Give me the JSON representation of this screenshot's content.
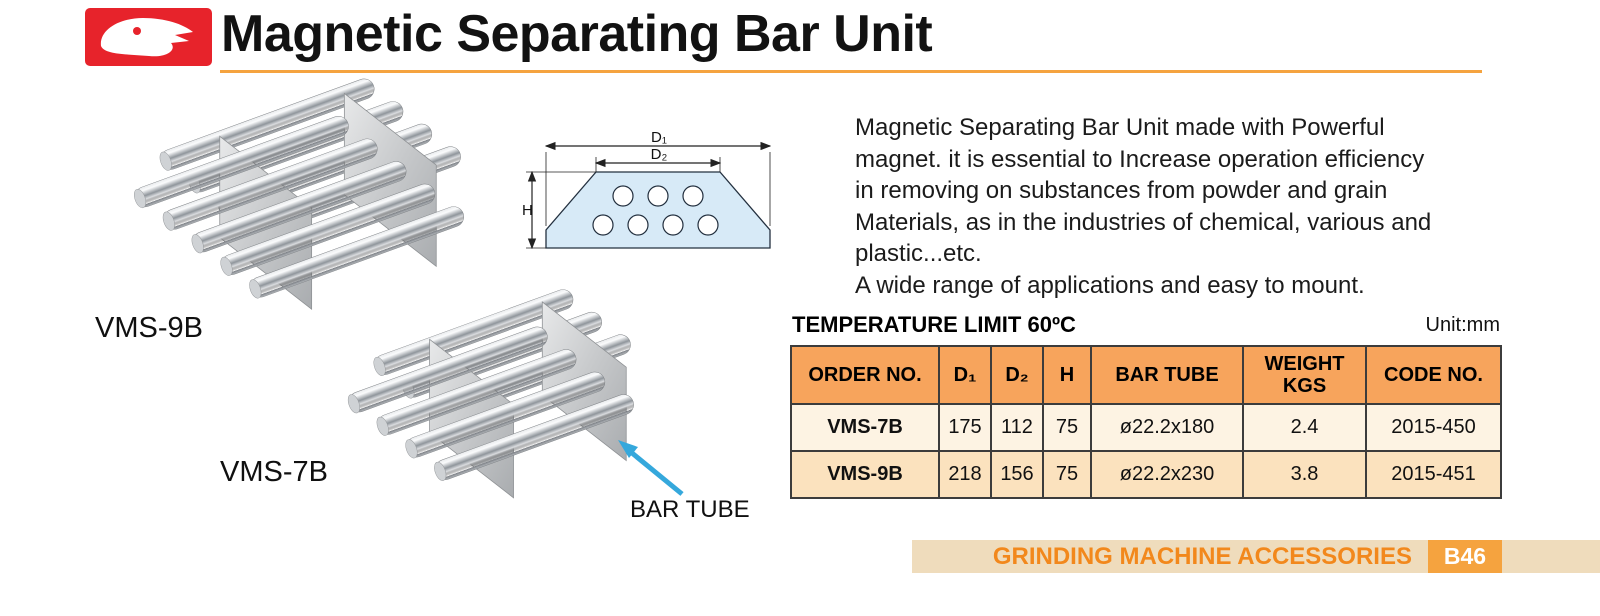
{
  "header": {
    "title": "Magnetic Separating Bar Unit"
  },
  "products": {
    "label_9b": "VMS-9B",
    "label_7b": "VMS-7B",
    "bar_tube_callout": "BAR TUBE"
  },
  "diagram": {
    "d1_label": "D₁",
    "d2_label": "D₂",
    "h_label": "H"
  },
  "description": {
    "lines": [
      "Magnetic Separating Bar Unit made with Powerful",
      "magnet. it is essential to Increase operation efficiency",
      "in removing on substances from powder and grain",
      "Materials, as in the industries of chemical, various and",
      "plastic...etc.",
      "A  wide range of applications and easy to mount."
    ]
  },
  "spec_table": {
    "title": "TEMPERATURE LIMIT 60ºC",
    "unit_note": "Unit:mm",
    "headers": [
      "ORDER NO.",
      "D₁",
      "D₂",
      "H",
      "BAR TUBE",
      "WEIGHT KGS",
      "CODE NO."
    ],
    "rows": [
      [
        "VMS-7B",
        "175",
        "112",
        "75",
        "ø22.2x180",
        "2.4",
        "2015-450"
      ],
      [
        "VMS-9B",
        "218",
        "156",
        "75",
        "ø22.2x230",
        "3.8",
        "2015-451"
      ]
    ]
  },
  "footer": {
    "label": "GRINDING MACHINE ACCESSORIES",
    "page_code": "B46"
  },
  "colors": {
    "accent_orange": "#F5A33F",
    "table_header_bg": "#F7A45C",
    "table_row1_bg": "#FDF3E3",
    "table_row2_bg": "#FBE2BE",
    "footer_bar_bg": "#EFDCBC",
    "footer_text": "#F2881C",
    "logo_red": "#E7232B",
    "diagram_fill": "#D7EAF7",
    "callout_cyan": "#35A8DC"
  }
}
